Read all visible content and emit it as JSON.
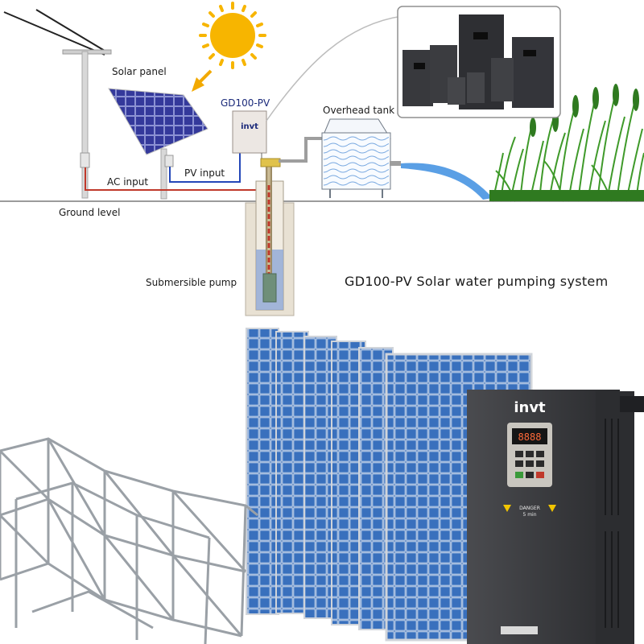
{
  "diagram": {
    "title": "GD100-PV Solar water pumping system",
    "labels": {
      "solar_panel": "Solar panel",
      "model": "GD100-PV",
      "overhead_tank": "Overhead tank",
      "ac_input": "AC input",
      "pv_input": "PV input",
      "ground_level": "Ground level",
      "submersible_pump": "Submersible pump"
    },
    "brand": "invt",
    "inverter_panel": {
      "display": "8888",
      "warning": "DANGER",
      "warning_sub": "5 min"
    }
  },
  "colors": {
    "sun": "#f7b500",
    "arrow": "#f2a900",
    "panel_cell": "#2c2f8a",
    "water": "#3d8ee0",
    "grass": "#3f9a2a",
    "ac_wire": "#c0392b",
    "pv_wire": "#2447b8",
    "inverter_body": "#3a3b3e"
  }
}
